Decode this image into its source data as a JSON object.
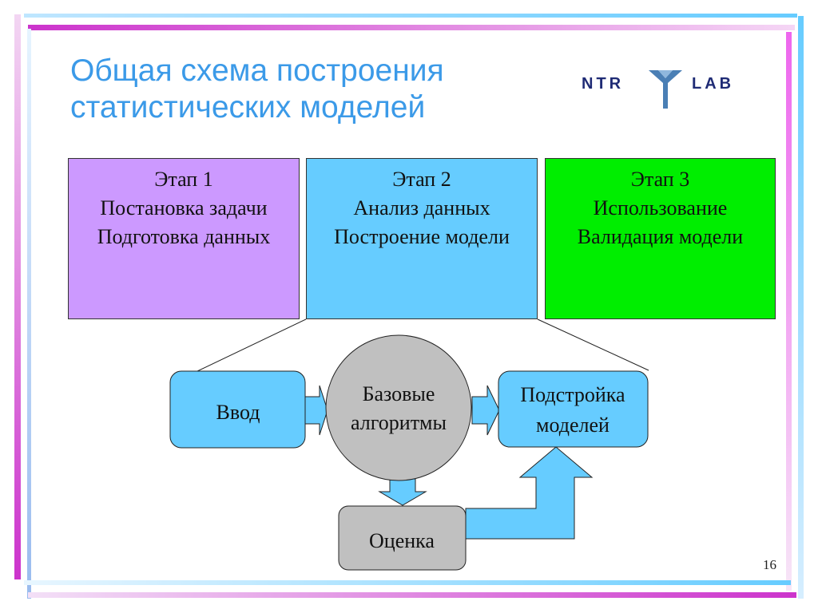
{
  "slide": {
    "title": "Общая схема построения\nстатистических моделей",
    "page_number": "16"
  },
  "logo": {
    "left_text": "NTR",
    "right_text": "LAB"
  },
  "stages": [
    {
      "label": "Этап 1",
      "lines": [
        "Постановка задачи",
        "Подготовка данных"
      ],
      "color": "#cc99ff"
    },
    {
      "label": "Этап 2",
      "lines": [
        "Анализ данных",
        "Построение модели"
      ],
      "color": "#66ccff"
    },
    {
      "label": "Этап 3",
      "lines": [
        "Использование",
        "Валидация модели"
      ],
      "color": "#00ee00"
    }
  ],
  "flow": {
    "input": "Ввод",
    "base_algorithms": [
      "Базовые",
      "алгоритмы"
    ],
    "model_tuning": [
      "Подстройка",
      "моделей"
    ],
    "evaluation": "Оценка"
  },
  "colors": {
    "title": "#3b9ae8",
    "light_blue": "#66ccff",
    "gray": "#c0c0c0",
    "bar_pink": "#dd55dd",
    "bar_blue": "#66ccff"
  }
}
